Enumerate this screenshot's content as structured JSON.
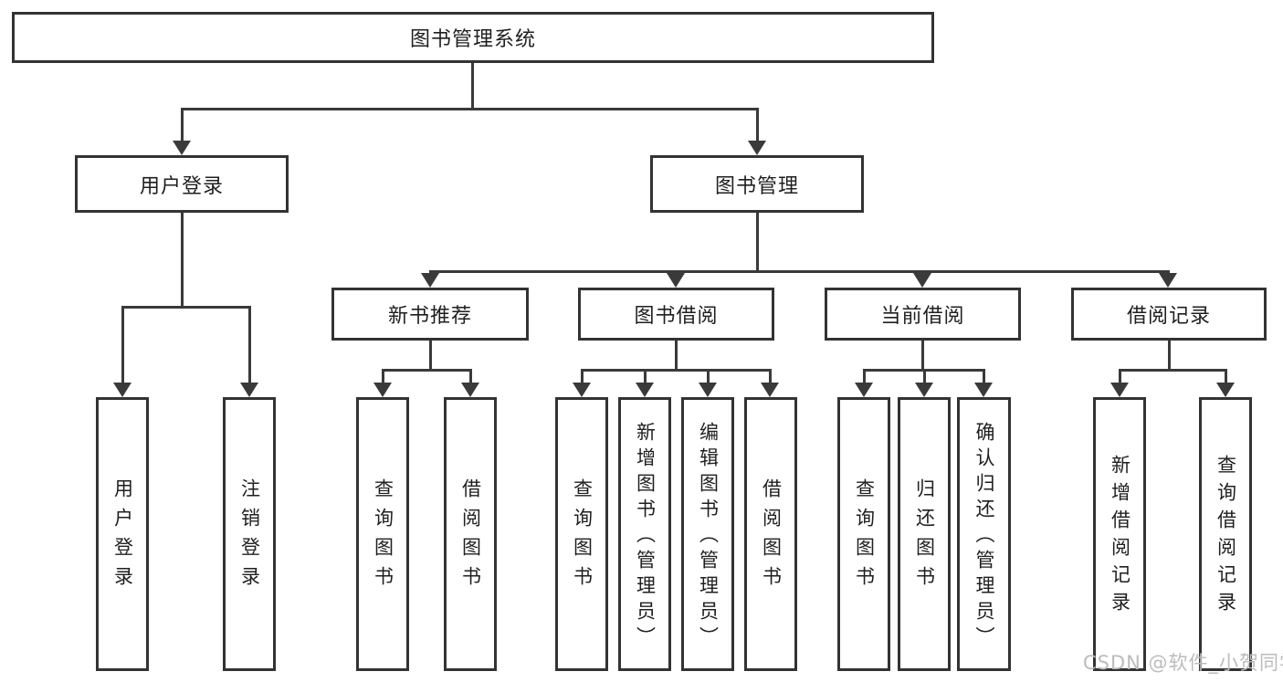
{
  "diagram": {
    "root": "图书管理系统",
    "user_login": {
      "label": "用户登录",
      "children": [
        "用户登录",
        "注销登录"
      ]
    },
    "book_management": {
      "label": "图书管理",
      "sections": [
        {
          "label": "新书推荐",
          "children": [
            "查询图书",
            "借阅图书"
          ]
        },
        {
          "label": "图书借阅",
          "children": [
            "查询图书",
            "新增图书（管理员）",
            "编辑图书（管理员）",
            "借阅图书"
          ]
        },
        {
          "label": "当前借阅",
          "children": [
            "查询图书",
            "归还图书",
            "确认归还（管理员）"
          ]
        },
        {
          "label": "借阅记录",
          "children": [
            "新增借阅记录",
            "查询借阅记录"
          ]
        }
      ]
    }
  },
  "watermark": "CSDN @软件_小贺同学",
  "colors": {
    "line": "#3a3a3a",
    "box_border": "#333333",
    "text": "#1f1f1f",
    "background": "#ffffff",
    "watermark": "#bcbcbc"
  }
}
